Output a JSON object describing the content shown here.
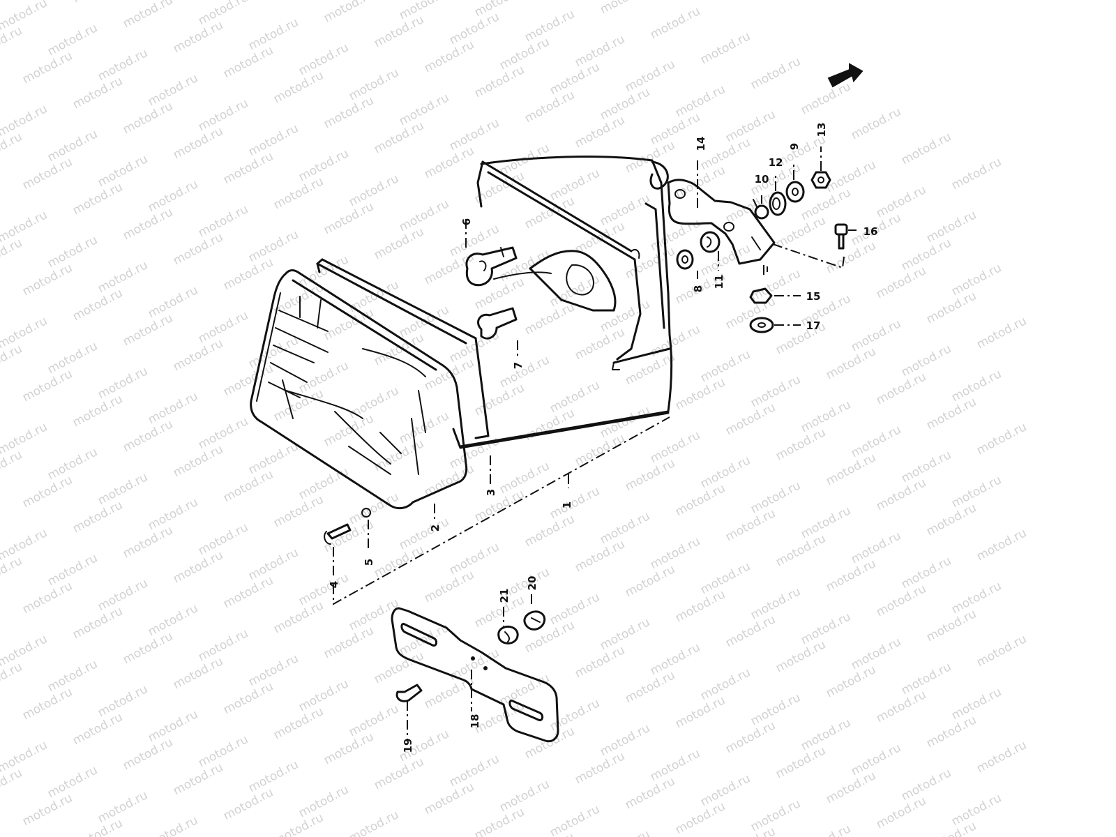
{
  "watermark": {
    "text": "motod.ru"
  },
  "parts": [
    {
      "label": "1"
    },
    {
      "label": "2"
    },
    {
      "label": "3"
    },
    {
      "label": "4"
    },
    {
      "label": "5"
    },
    {
      "label": "6"
    },
    {
      "label": "7"
    },
    {
      "label": "8"
    },
    {
      "label": "9"
    },
    {
      "label": "10"
    },
    {
      "label": "11"
    },
    {
      "label": "12"
    },
    {
      "label": "13"
    },
    {
      "label": "14"
    },
    {
      "label": "15"
    },
    {
      "label": "16"
    },
    {
      "label": "17"
    },
    {
      "label": "18"
    },
    {
      "label": "19"
    },
    {
      "label": "20"
    },
    {
      "label": "21"
    }
  ],
  "icons": {
    "direction": "front-arrow-icon"
  },
  "colors": {
    "ink": "#111111",
    "watermark": "#d2d2d2",
    "background": "#ffffff"
  }
}
